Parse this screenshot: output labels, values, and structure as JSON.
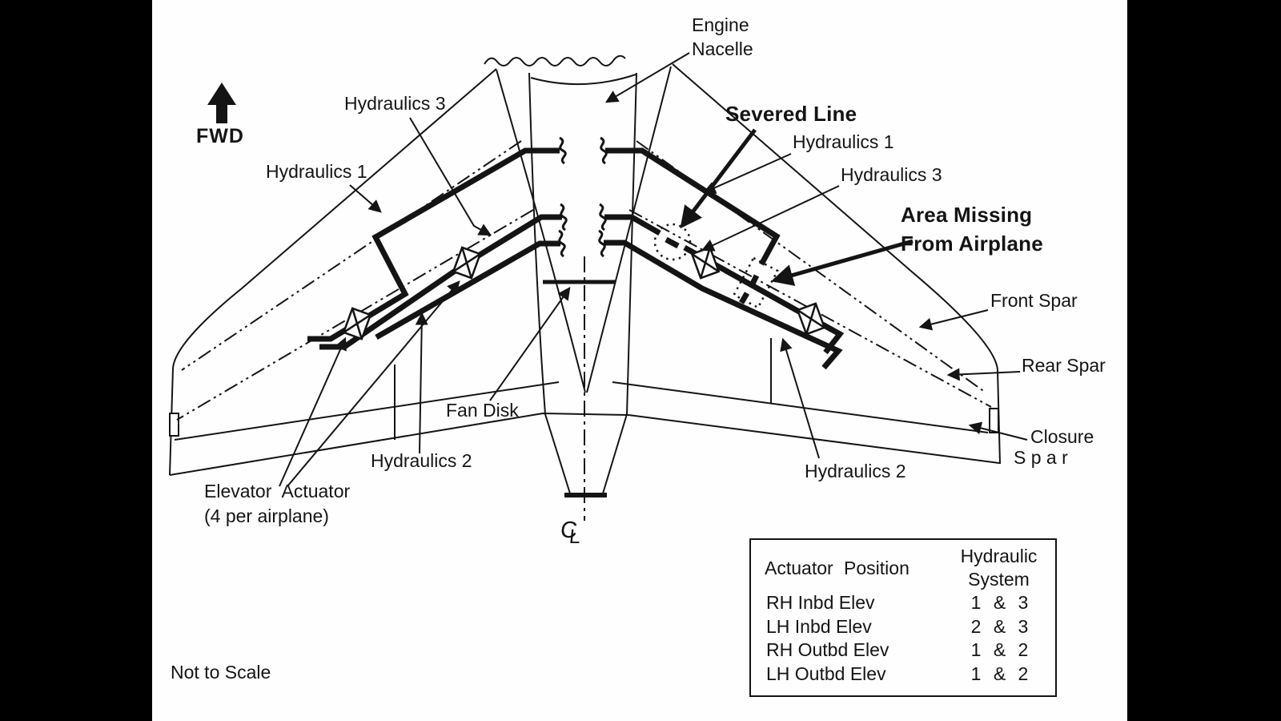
{
  "colors": {
    "frame": "#000000",
    "paper": "#fffefe",
    "ink": "#141414"
  },
  "labels": {
    "fwd": "FWD",
    "engine_nacelle_1": "Engine",
    "engine_nacelle_2": "Nacelle",
    "hydraulics_3_left": "Hydraulics 3",
    "hydraulics_1_left": "Hydraulics 1",
    "severed_line": "Severed Line",
    "hydraulics_1_right": "Hydraulics 1",
    "hydraulics_3_right": "Hydraulics 3",
    "area_missing_1": "Area Missing",
    "area_missing_2": "From Airplane",
    "front_spar": "Front Spar",
    "rear_spar": "Rear Spar",
    "closure_spar_1": "Closure",
    "closure_spar_2": "S p a r",
    "fan_disk": "Fan Disk",
    "hydraulics_2_left": "Hydraulics 2",
    "hydraulics_2_right": "Hydraulics 2",
    "elevator_actuator_1": "Elevator Actuator",
    "elevator_actuator_2": "(4 per airplane)",
    "centerline_c": "C",
    "centerline_l": "L",
    "not_to_scale": "Not to Scale"
  },
  "table": {
    "header_position": "Actuator Position",
    "header_system_1": "Hydraulic",
    "header_system_2": "System",
    "rows": [
      {
        "position": "RH Inbd Elev",
        "system": "1 & 3"
      },
      {
        "position": "LH Inbd Elev",
        "system": "2 & 3"
      },
      {
        "position": "RH Outbd Elev",
        "system": "1 & 2"
      },
      {
        "position": "LH Outbd Elev",
        "system": "1 & 2"
      }
    ]
  }
}
